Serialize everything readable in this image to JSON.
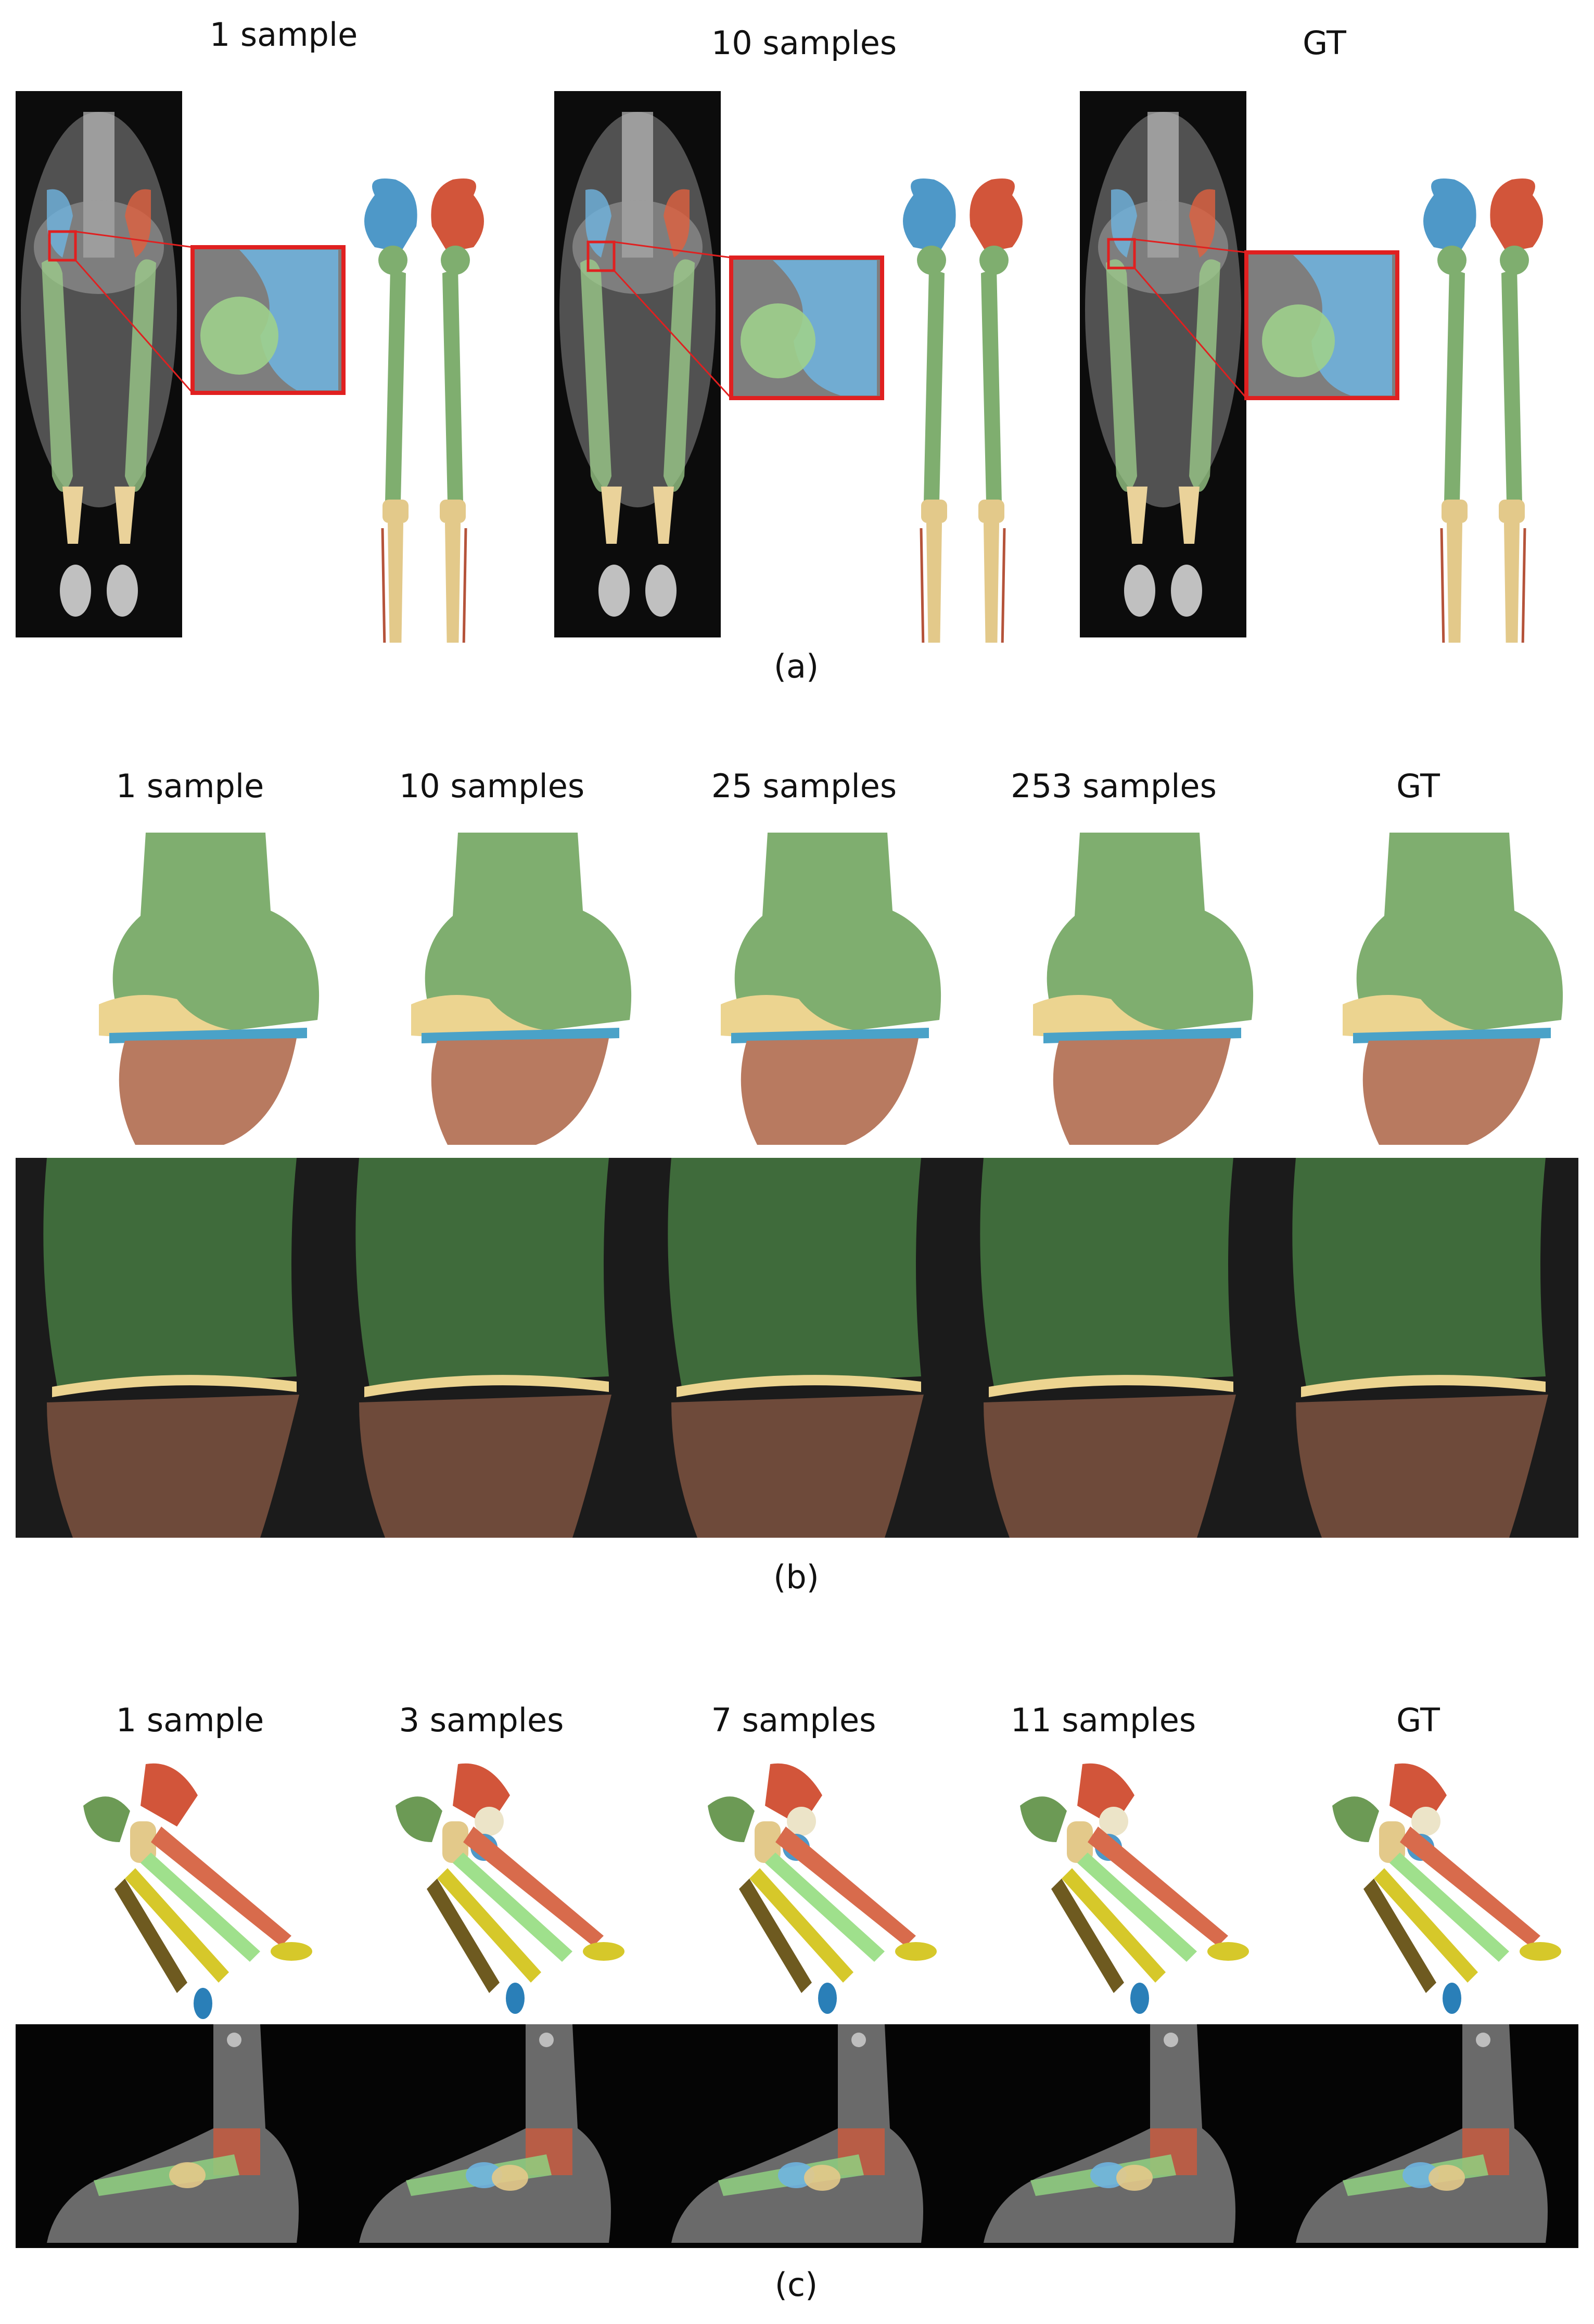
{
  "panel_a": {
    "titles": [
      "1 sample",
      "10 samples",
      "GT"
    ],
    "caption": "(a)"
  },
  "panel_b": {
    "titles": [
      "1 sample",
      "10 samples",
      "25 samples",
      "253 samples",
      "GT"
    ],
    "caption": "(b)"
  },
  "panel_c": {
    "titles": [
      "1 sample",
      "3 samples",
      "7 samples",
      "11 samples",
      "GT"
    ],
    "caption": "(c)"
  },
  "colors": {
    "femur_green": "#7fae6f",
    "pelvis_blue": "#4e98c8",
    "pelvis_red": "#d2553a",
    "tibia_yellow": "#e3c98a",
    "cartilage_yellow": "#ecd490",
    "tibia_brown": "#b87a60",
    "meniscus_blue": "#4aa2c8",
    "highlight_red": "#e02020"
  }
}
